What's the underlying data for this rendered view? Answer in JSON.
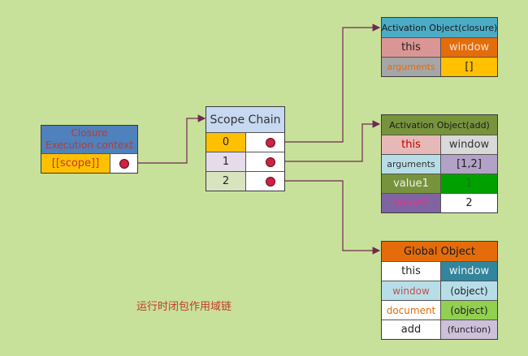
{
  "closure": {
    "title_line1": "Closure",
    "title_line2": "Execution context",
    "scope_label": "[[scope]]"
  },
  "scope_chain": {
    "title": "Scope Chain",
    "items": [
      "0",
      "1",
      "2"
    ]
  },
  "ao_closure": {
    "title": "Activation Object(closure)",
    "rows": [
      {
        "name": "this",
        "value": "window"
      },
      {
        "name": "arguments",
        "value": "[]"
      }
    ]
  },
  "ao_add": {
    "title": "Activation Object(add)",
    "rows": [
      {
        "name": "this",
        "value": "window"
      },
      {
        "name": "arguments",
        "value": "[1,2]"
      },
      {
        "name": "value1",
        "value": "1"
      },
      {
        "name": "value2",
        "value": "2"
      }
    ]
  },
  "global": {
    "title": "Global Object",
    "rows": [
      {
        "name": "this",
        "value": "window"
      },
      {
        "name": "window",
        "value": "(object)"
      },
      {
        "name": "document",
        "value": "(object)"
      },
      {
        "name": "add",
        "value": "(function)"
      }
    ]
  },
  "caption": "运行时闭包作用域链",
  "colors": {
    "background": "#c8e19a",
    "pointer": "#cc2244",
    "arrow": "#6e2a52"
  }
}
